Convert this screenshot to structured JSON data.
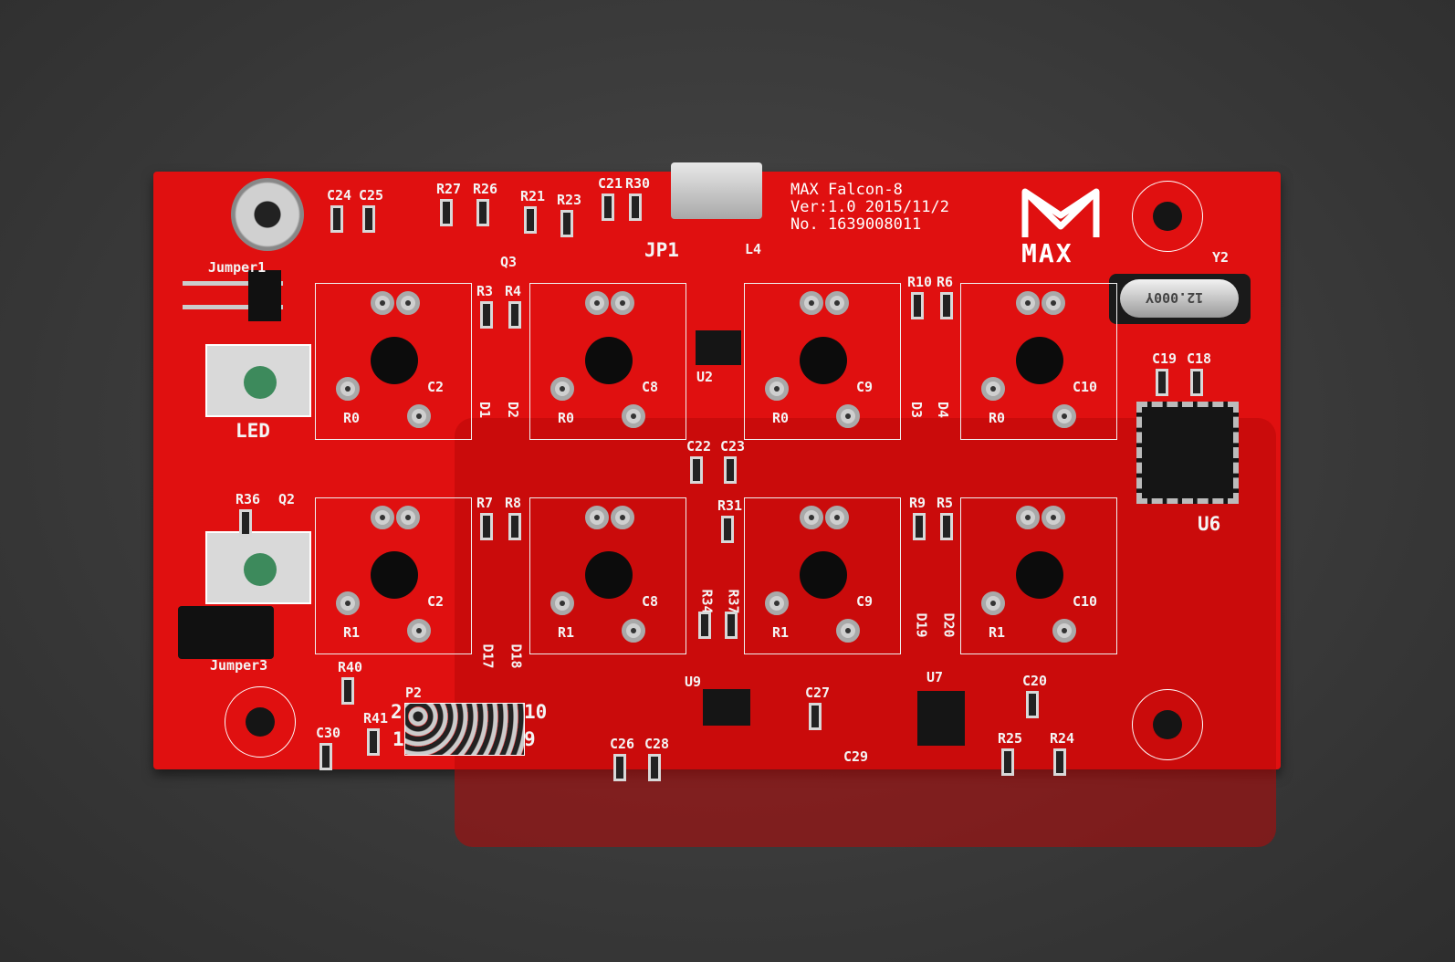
{
  "board": {
    "title": "MAX Falcon-8",
    "version": "Ver:1.0 2015/11/2",
    "serial": "No. 1639008011",
    "logo_text": "MAX",
    "crystal_marking": "12.000Y",
    "colors": {
      "board": "#e01010",
      "background": "#3a3a3a",
      "silkscreen": "#ffffff"
    }
  },
  "labels": [
    "C24",
    "C25",
    "R27",
    "R26",
    "R21",
    "R23",
    "C21",
    "R30",
    "JP1",
    "L4",
    "Q3",
    "Jumper1",
    "LED",
    "R36",
    "Q2",
    "Jumper3",
    "R3",
    "R4",
    "D1",
    "D2",
    "U2",
    "C22",
    "C23",
    "R10",
    "R6",
    "D3",
    "D4",
    "Y2",
    "C19",
    "C18",
    "U6",
    "R31",
    "R7",
    "R8",
    "D17",
    "D18",
    "R34",
    "R37",
    "R9",
    "R5",
    "D19",
    "D20",
    "R40",
    "R41",
    "C30",
    "P2",
    "2",
    "10",
    "1",
    "9",
    "C26",
    "C28",
    "U9",
    "C27",
    "C29",
    "U7",
    "C20",
    "R25",
    "R24"
  ],
  "switch_labels": {
    "top": [
      [
        "R0",
        "C2"
      ],
      [
        "R0",
        "C8"
      ],
      [
        "R0",
        "C9"
      ],
      [
        "R0",
        "C10"
      ]
    ],
    "bottom": [
      [
        "R1",
        "C2"
      ],
      [
        "R1",
        "C8"
      ],
      [
        "R1",
        "C9"
      ],
      [
        "R1",
        "C10"
      ]
    ]
  }
}
